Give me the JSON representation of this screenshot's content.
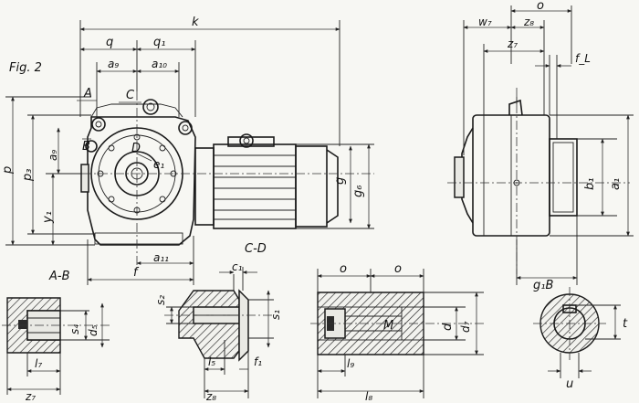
{
  "labels": {
    "fig": "Fig. 2",
    "k": "k",
    "q": "q",
    "q1": "q₁",
    "a9": "a₉",
    "a10": "a₁₀",
    "A": "A",
    "B": "B",
    "C": "C",
    "D": "D",
    "e1": "e₁",
    "p": "p",
    "p3": "p₃",
    "y1": "y₁",
    "g": "g",
    "g6": "g₆",
    "a11": "a₁₁",
    "f": "f",
    "section_cd": "C-D",
    "section_ab": "A-B",
    "o": "o",
    "w7": "w₇",
    "z8": "z₈",
    "z7": "z₇",
    "fL": "f_L",
    "b1": "b₁",
    "a1": "a₁",
    "g1B": "g₁B",
    "c1": "c₁",
    "s1": "s₁",
    "s2": "s₂",
    "l5": "l₅",
    "f1": "f₁",
    "s4": "s₄",
    "d5": "d₅",
    "l7": "l₇",
    "M": "M",
    "d": "d",
    "d7": "d₇",
    "l9": "l₉",
    "l8": "l₈",
    "t": "t",
    "u": "u"
  }
}
